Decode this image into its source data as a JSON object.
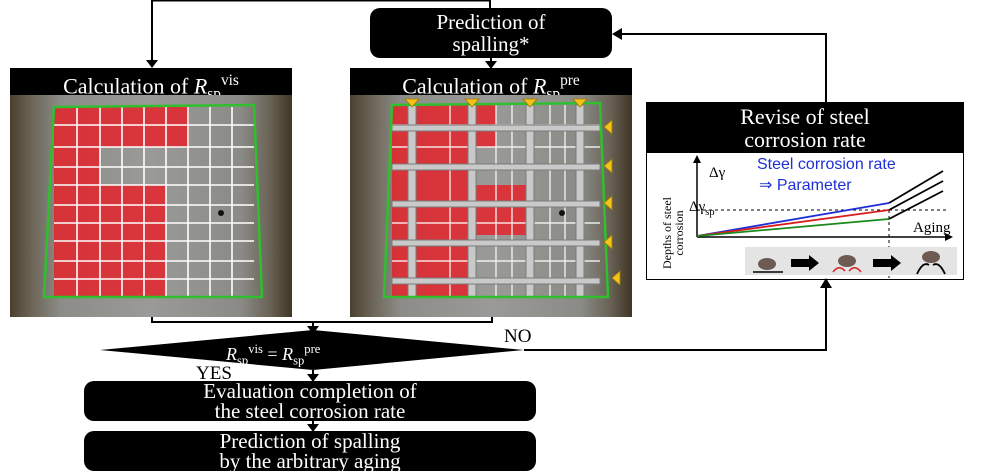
{
  "top_box": {
    "line1": "Prediction of",
    "line2": "spalling*"
  },
  "panel_vis": {
    "title_prefix": "Calculation of ",
    "symbol": "R",
    "sub": "sp",
    "sup": "vis"
  },
  "panel_pre": {
    "title_prefix": "Calculation of ",
    "symbol": "R",
    "sub": "sp",
    "sup": "pre"
  },
  "revise": {
    "line1": "Revise of steel",
    "line2": "corrosion rate",
    "delta_gamma": "Δγ",
    "delta_gamma_sp": "Δγ",
    "delta_gamma_sp_sub": "sp",
    "steel_rate": "Steel corrosion rate",
    "parameter": "⇒ Parameter",
    "ylabel_line1": "Depths of steel",
    "ylabel_line2": "corrosion",
    "xlabel": "Aging"
  },
  "decision": {
    "symbol": "R",
    "sub": "sp",
    "sup_left": "vis",
    "eq": " = ",
    "sup_right": "pre"
  },
  "no_label": "NO",
  "yes_label": "YES",
  "eval_box": {
    "line1": "Evaluation completion of",
    "line2": "the steel corrosion rate"
  },
  "final_box": {
    "line1": "Prediction of spalling",
    "line2": "by the arbitrary aging"
  },
  "colors": {
    "spall_red": "#e3242b",
    "grid_green": "#2fbf2f",
    "line_blue": "#1f2fd6",
    "line_red": "#d62020",
    "marker_yellow": "#f4c21a"
  }
}
